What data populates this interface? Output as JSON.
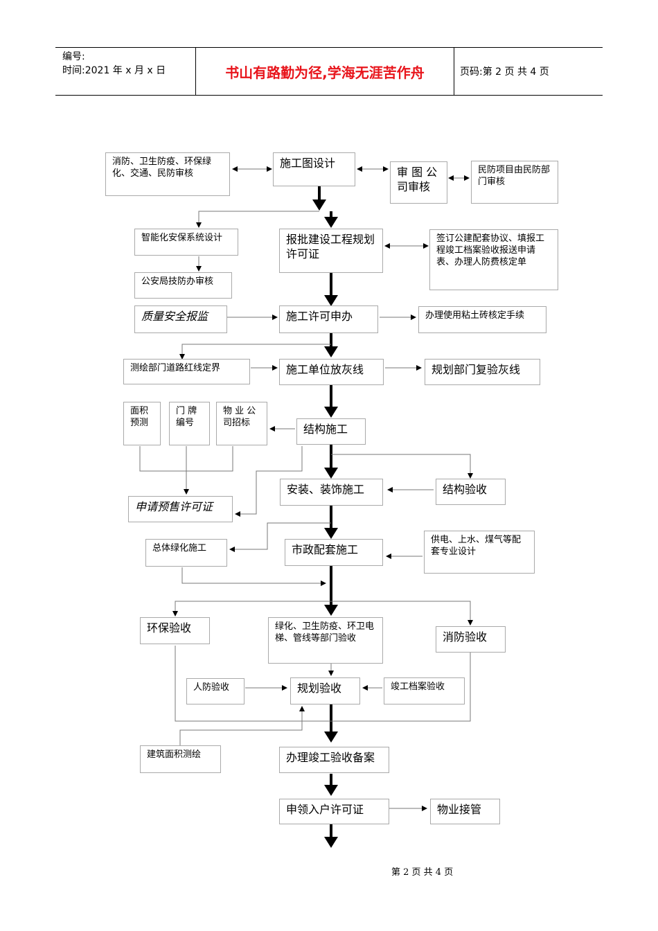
{
  "header": {
    "number_label": "编号:",
    "time_label": "时间:2021 年 x 月 x 日",
    "motto": "书山有路勤为径,学海无涯苦作舟",
    "page_label": "页码:第 2 页  共 4 页"
  },
  "flowchart": {
    "review_depts": "消防、卫生防疫、环保绿化、交通、民防审核",
    "construction_drawing": "施工图设计",
    "drawing_review": "审 图 公司审核",
    "civil_defense": "民防项目由民防部门审核",
    "smart_security": "智能化安保系统设计",
    "police_review": "公安局技防办审核",
    "planning_permit": "报批建设工程规划许可证",
    "agreements": "签订公建配套协议、填报工程竣工档案验收报送申请表、办理人防费核定单",
    "quality_safety": "质量安全报监",
    "construction_permit": "施工许可申办",
    "clay_brick": "办理使用粘土砖核定手续",
    "survey_redline": "测绘部门道路红线定界",
    "stakeout": "施工单位放灰线",
    "recheck_stakeout": "规划部门复验灰线",
    "area_forecast": "面积预测",
    "door_number": "门 牌编号",
    "property_tender": "物 业 公司招标",
    "structure_construction": "结构施工",
    "presale_permit": "申请预售许可证",
    "install_decor": "安装、装饰施工",
    "structure_acceptance": "结构验收",
    "greening": "总体绿化施工",
    "municipal": "市政配套施工",
    "utilities_design": "供电、上水、煤气等配套专业设计",
    "env_acceptance": "环保验收",
    "dept_acceptance": "绿化、卫生防疫、环卫电梯、管线等部门验收",
    "fire_acceptance": "消防验收",
    "civil_def_acceptance": "人防验收",
    "planning_acceptance": "规划验收",
    "archive_acceptance": "竣工档案验收",
    "area_survey": "建筑面积测绘",
    "completion_filing": "办理竣工验收备案",
    "occupancy_permit": "申领入户许可证",
    "property_takeover": "物业接管"
  },
  "footer": {
    "page": "第 2 页 共 4 页"
  }
}
